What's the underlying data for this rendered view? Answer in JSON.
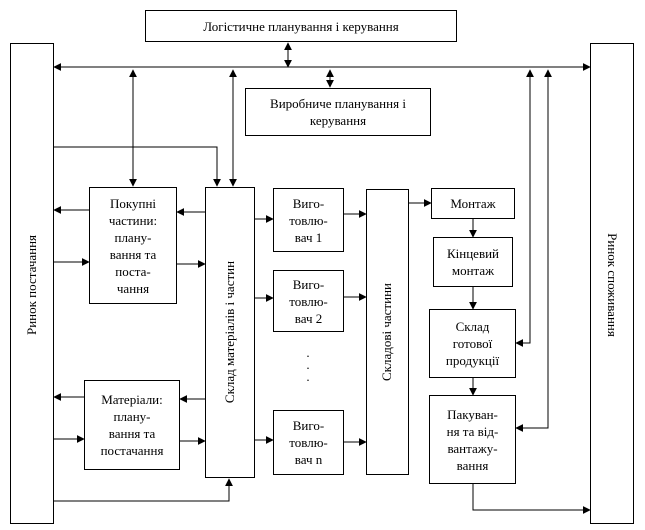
{
  "title": "Логістичне планування і керування",
  "production_planning": "Виробниче планування і\nкерування",
  "supply_market": "Ринок постачання",
  "consumer_market": "Ринок споживання",
  "purchased_parts": "Покупні\nчастини:\nплану-\nвання та\nпоста-\nчання",
  "materials": "Матеріали:\nплану-\nвання та\nпостачання",
  "materials_parts_warehouse": "Склад матеріалів і частин",
  "manufacturer_1": "Виго-\nтовлю-\nвач 1",
  "manufacturer_2": "Виго-\nтовлю-\nвач 2",
  "manufacturer_n": "Виго-\nтовлю-\nвач n",
  "component_parts": "Складові частини",
  "assembly": "Монтаж",
  "final_assembly": "Кінцевий\nмонтаж",
  "finished_goods_warehouse": "Склад\nготової\nпродукції",
  "packing_shipping": "Пакуван-\nня та від-\nвантажу-\nвання",
  "ellipsis": ".\n.\n."
}
